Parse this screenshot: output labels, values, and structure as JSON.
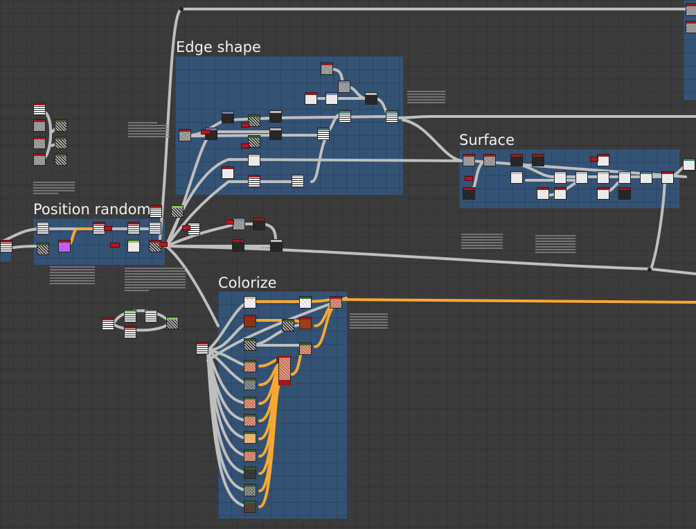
{
  "app": "Node graph editor",
  "colors": {
    "canvas_bg": "#3b3b3b",
    "frame_bg": "#34557a",
    "wire_default": "#bfbfbf",
    "wire_color": "#f7a834",
    "header_red": "#a0161d",
    "header_gray": "#bdbdbd",
    "header_blue": "#6f7fb3",
    "header_green": "#3c5a2a",
    "header_teal": "#3f7a7a",
    "header_lightgreen": "#8cc05a"
  },
  "frames": [
    {
      "id": "edge-shape",
      "title": "Edge shape"
    },
    {
      "id": "surface",
      "title": "Surface"
    },
    {
      "id": "position-random",
      "title": "Position random"
    },
    {
      "id": "colorize",
      "title": "Colorize"
    }
  ]
}
